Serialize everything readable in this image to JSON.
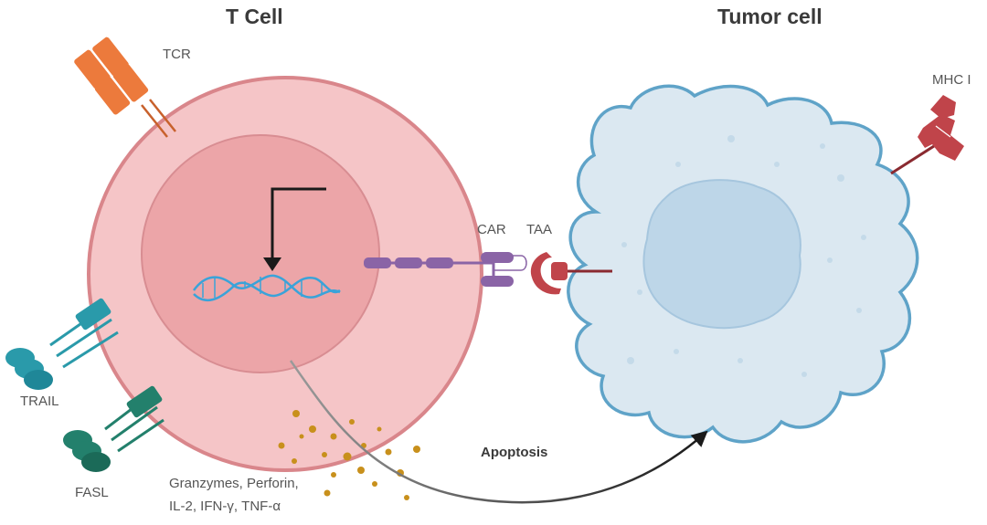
{
  "titles": {
    "t_cell": "T Cell",
    "tumor_cell": "Tumor cell"
  },
  "labels": {
    "tcr": "TCR",
    "trail": "TRAIL",
    "fasl": "FASL",
    "car": "CAR",
    "taa": "TAA",
    "mhc": "MHC I",
    "apoptosis": "Apoptosis",
    "secreted_line1": "Granzymes, Perforin,",
    "secreted_line2": "IL-2, IFN-γ, TNF-α"
  },
  "colors": {
    "t_cell_outer": "#f5c5c7",
    "t_cell_border": "#d9868b",
    "t_cell_nucleus": "#eca5a8",
    "tumor_fill": "#dbe8f1",
    "tumor_border": "#5fa3c8",
    "tumor_nucleus": "#bdd6e8",
    "tcr": "#ec7a3c",
    "trail": "#2a9aaa",
    "fasl": "#23806c",
    "car": "#8a64a6",
    "taa": "#c0444a",
    "mhc": "#c0444a",
    "dna": "#3aa3d9",
    "granules": "#c8901c"
  },
  "icons": {
    "promoter": "transcription-arrow-icon",
    "dna": "dna-helix-icon"
  }
}
